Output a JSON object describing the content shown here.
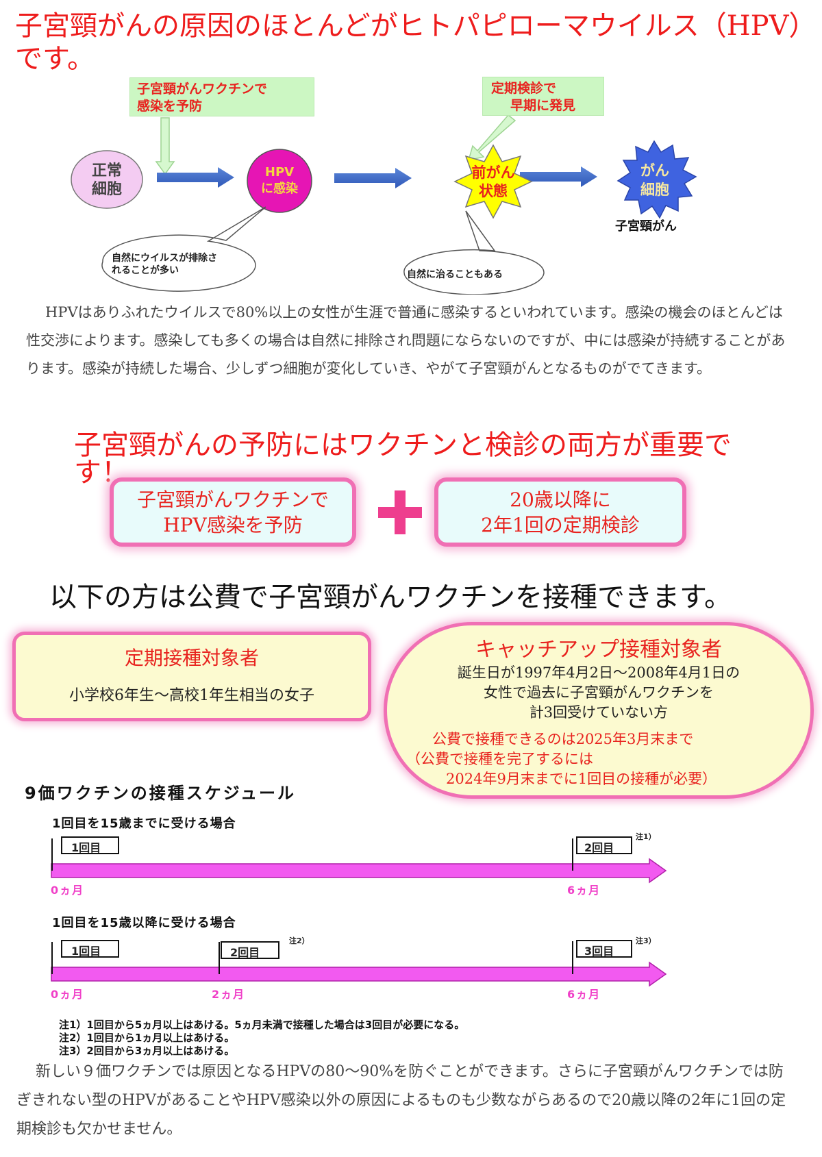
{
  "headline": {
    "line1": "子宮頸がんの原因のほとんどがヒトパピローマウイルス（HPV）",
    "line2": "です。"
  },
  "diagram": {
    "vaccine_box": [
      "子宮頸がんワクチンで",
      "感染を予防"
    ],
    "screening_box": [
      "定期検診で",
      "早期に発見"
    ],
    "normal_cell": [
      "正常",
      "細胞"
    ],
    "hpv_infection": [
      "HPV",
      "に感染"
    ],
    "precancer": [
      "前がん",
      "状態"
    ],
    "cancer_cell": [
      "がん",
      "細胞"
    ],
    "cancer_caption": "子宮頸がん",
    "bubble_left": [
      "自然にウイルスが排除さ",
      "れることが多い"
    ],
    "bubble_right": "自然に治ることもある",
    "colors": {
      "arrow": "#3a67c4",
      "precancer": "#ffff00",
      "cancer": "#3f63e0",
      "hpv": "#e615b4",
      "normal": "#f4ccf2"
    }
  },
  "paragraph1": "HPVはありふれたウイルスで80%以上の女性が生涯で普通に感染するといわれています。感染の機会のほとんどは性交渉によります。感染しても多くの場合は自然に排除され問題にならないのですが、中には感染が持続することがあります。感染が持続した場合、少しずつ細胞が変化していき、やがて子宮頸がんとなるものがでてきます。",
  "prevention": {
    "heading_line1": "子宮頸がんの予防にはワクチンと検診の両方が重要で",
    "heading_line2": "す！",
    "left_box": [
      "子宮頸がんワクチンで",
      "HPV感染を予防"
    ],
    "plus_symbol": "+",
    "right_box": [
      "20歳以降に",
      "2年1回の定期検診"
    ]
  },
  "public_funding_heading": "以下の方は公費で子宮頸がんワクチンを接種できます。",
  "routine": {
    "title": "定期接種対象者",
    "body": "小学校6年生〜高校1年生相当の女子"
  },
  "catchup": {
    "title": "キャッチアップ接種対象者",
    "body_lines": [
      "誕生日が1997年4月2日〜2008年4月1日の",
      "女性で過去に子宮頸がんワクチンを",
      "計3回受けていない方"
    ],
    "red_lines": [
      "公費で接種できるのは2025年3月末まで",
      "（公費で接種を完了するには",
      "2024年9月末までに1回目の接種が必要）"
    ]
  },
  "schedule": {
    "title": "9価ワクチンの接種スケジュール",
    "case1": {
      "title": "1回目を15歳までに受ける場合",
      "flags": [
        "1回目",
        "2回目"
      ],
      "note_marks": [
        "注1）"
      ],
      "months": [
        "0ヵ月",
        "6ヵ月"
      ]
    },
    "case2": {
      "title": "1回目を15歳以降に受ける場合",
      "flags": [
        "1回目",
        "2回目",
        "3回目"
      ],
      "note_marks": [
        "注2）",
        "注3）"
      ],
      "months": [
        "0ヵ月",
        "2ヵ月",
        "6ヵ月"
      ]
    },
    "notes": [
      "注1）1回目から5ヵ月以上はあける。5ヵ月未満で接種した場合は3回目が必要になる。",
      "注2）1回目から1ヵ月以上はあける。",
      "注3）2回目から3ヵ月以上はあける。"
    ]
  },
  "paragraph2": "新しい９価ワクチンでは原因となるHPVの80〜90%を防ぐことができます。さらに子宮頸がんワクチンでは防ぎきれない型のHPVがあることやHPV感染以外の原因によるものも少数ながらあるので20歳以降の2年に1回の定期検診も欠かせません。"
}
